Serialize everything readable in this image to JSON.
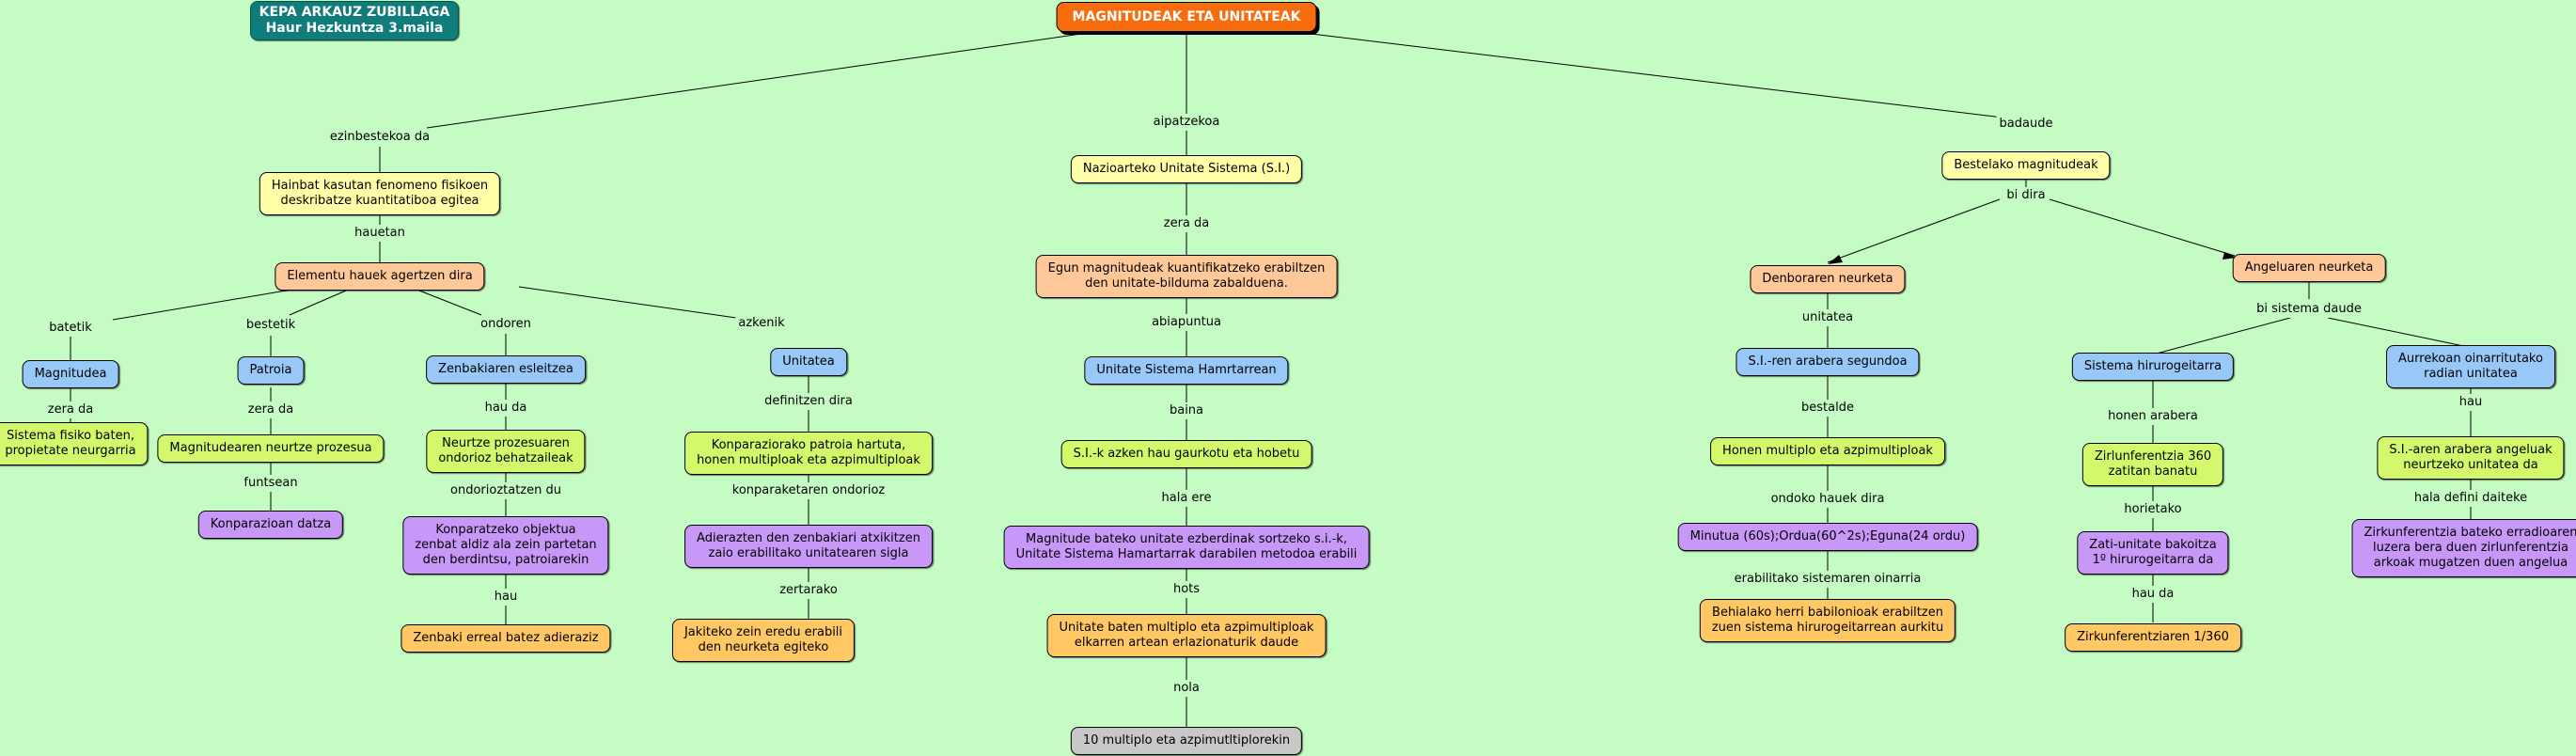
{
  "author": {
    "line1": "KEPA ARKAUZ ZUBILLAGA",
    "line2": "Haur Hezkuntza 3.maila"
  },
  "root": "MAGNITUDEAK ETA UNITATEAK",
  "links": {
    "l_root_left": "ezinbestekoa da",
    "l_root_mid": "aipatzekoa",
    "l_root_right": "badaude",
    "l_hainbat_elem": "hauetan",
    "l_elem_mag": "batetik",
    "l_elem_pat": "bestetik",
    "l_elem_zen": "ondoren",
    "l_elem_uni": "azkenik",
    "l_mag_sis": "zera da",
    "l_pat_neur": "zera da",
    "l_neur_konp": "funtsean",
    "l_zen_neurtze": "hau da",
    "l_neurtze_konpobj": "ondorioztatzen du",
    "l_konpobj_zenb": "hau",
    "l_uni_konpar": "definitzen dira",
    "l_konpar_adier": "konparaketaren ondorioz",
    "l_adier_jak": "zertarako",
    "l_naz_egun": "zera da",
    "l_egun_ush": "abiapuntua",
    "l_ush_si": "baina",
    "l_si_mag": "hala ere",
    "l_mag_unit": "hots",
    "l_unit_10": "nola",
    "l_best_bi": "bi dira",
    "l_den_unit": "unitatea",
    "l_seg_best": "bestalde",
    "l_hon_ondoko": "ondoko hauek dira",
    "l_min_erab": "erabilitako sistemaren oinarria",
    "l_ang_bi": "bi sistema daude",
    "l_hir_hon": "honen arabera",
    "l_zir_hor": "horietako",
    "l_zati_hau": "hau da",
    "l_aur_hau": "hau",
    "l_sia_hala": "hala defini daiteke"
  },
  "nodes": {
    "hainbat": "Hainbat kasutan fenomeno fisikoen\ndeskribatze kuantitatiboa egitea",
    "elementu": "Elementu hauek agertzen dira",
    "magnitudea": "Magnitudea",
    "sistema_fisiko": "Sistema fisiko baten,\npropietate neurgarria",
    "patroia": "Patroia",
    "magnitudearen_neurtze": "Magnitudearen neurtze prozesua",
    "konparazioan": "Konparazioan datza",
    "zenbakiaren": "Zenbakiaren esleitzea",
    "neurtze_emaitza": "Neurtze prozesuaren\nondorioz behatzaileak",
    "konparatzeko": "Konparatzeko objektua\nzenbat aldiz ala zein partetan\nden berdintsu, patroiarekin",
    "zenbaki_erreal": "Zenbaki erreal batez adieraziz",
    "unitatea": "Unitatea",
    "konparaziorako": "Konparaziorako patroia hartuta,\nhonen multiploak eta azpimultiploak",
    "adierazten": "Adierazten den zenbakiari atxikitzen\nzaio erabilitako unitatearen sigla",
    "jakiteko": "Jakiteko zein eredu erabili\nden neurketa egiteko",
    "nazioarteko": "Nazioarteko Unitate Sistema (S.I.)",
    "egun": "Egun magnitudeak kuantifikatzeko erabiltzen\nden unitate-bilduma zabalduena.",
    "ush": "Unitate Sistema Hamrtarrean",
    "si_azken": "S.I.-k azken hau gaurkotu eta hobetu",
    "magnitude_bateko": "Magnitude bateko unitate ezberdinak sortzeko s.i.-k,\nUnitate Sistema Hamartarrak darabilen metodoa erabili",
    "unitate_baten": "Unitate baten multiplo eta azpimultiploak\nelkarren artean erlazionaturik daude",
    "hamar": "10 multiplo eta azpimutltiplorekin",
    "bestelako": "Bestelako magnitudeak",
    "denboraren": "Denboraren neurketa",
    "si_segundoa": "S.I.-ren arabera segundoa",
    "honen_multiplo": "Honen multiplo eta azpimultiploak",
    "minutua": "Minutua (60s);Ordua(60^2s);Eguna(24 ordu)",
    "behialako": "Behialako herri babilonioak erabiltzen\nzuen sistema hirurogeitarrean aurkitu",
    "angeluaren": "Angeluaren neurketa",
    "sistema_hiru": "Sistema hirurogeitarra",
    "zirlun360": "Zirlunferentzia 360\nzatitan banatu",
    "zati_unitate": "Zati-unitate bakoitza\n1º hirurogeitarra da",
    "zirk1360": "Zirkunferentziaren 1/360",
    "aurrekoan": "Aurrekoan oinarritutako\nradian unitatea",
    "si_aren": "S.I.-aren arabera angeluak\nneurtzeko unitatea da",
    "zirkunferentzia_bateko": "Zirkunferentzia bateko erradioaren\nluzera bera duen zirlunferentzia\narkoak mugatzen duen angelua"
  }
}
